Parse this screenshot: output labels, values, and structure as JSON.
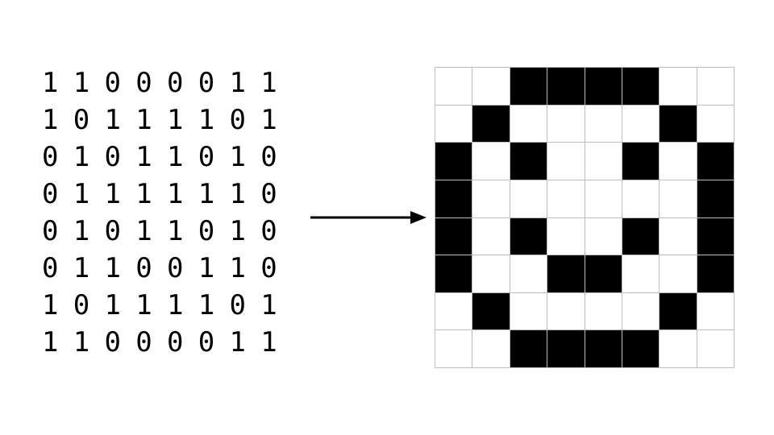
{
  "matrix": [
    [
      "1",
      "1",
      "0",
      "0",
      "0",
      "0",
      "1",
      "1"
    ],
    [
      "1",
      "0",
      "1",
      "1",
      "1",
      "1",
      "0",
      "1"
    ],
    [
      "0",
      "1",
      "0",
      "1",
      "1",
      "0",
      "1",
      "0"
    ],
    [
      "0",
      "1",
      "1",
      "1",
      "1",
      "1",
      "1",
      "0"
    ],
    [
      "0",
      "1",
      "0",
      "1",
      "1",
      "0",
      "1",
      "0"
    ],
    [
      "0",
      "1",
      "1",
      "0",
      "0",
      "1",
      "1",
      "0"
    ],
    [
      "1",
      "0",
      "1",
      "1",
      "1",
      "1",
      "0",
      "1"
    ],
    [
      "1",
      "1",
      "0",
      "0",
      "0",
      "0",
      "1",
      "1"
    ]
  ],
  "colors": {
    "one": "#ffffff",
    "zero": "#000000",
    "grid_line": "#bdbdbd",
    "arrow": "#000000"
  },
  "icons": {
    "arrow": "right-arrow-icon"
  }
}
